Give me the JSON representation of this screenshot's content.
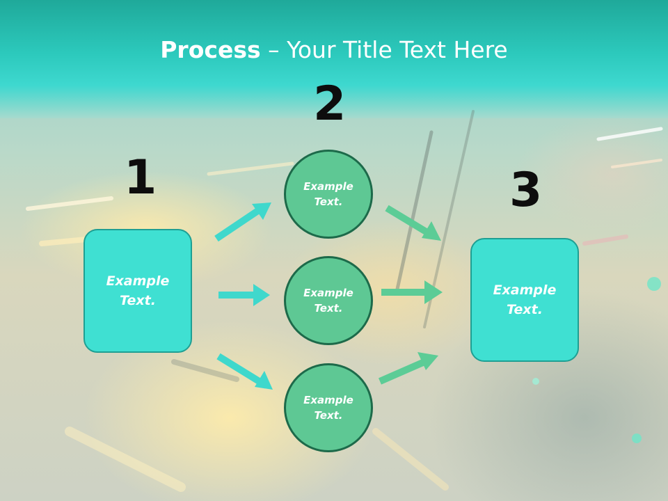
{
  "title": {
    "bold": "Process",
    "rest": " – Your Title Text Here"
  },
  "steps": [
    {
      "number": "1",
      "label": "Example Text."
    },
    {
      "number": "2",
      "labels": [
        "Example Text.",
        "Example Text.",
        "Example Text."
      ]
    },
    {
      "number": "3",
      "label": "Example Text."
    }
  ],
  "colors": {
    "header": "#2cc9bc",
    "box": "#3fe0d2",
    "circle": "#5ec894",
    "arrow_teal": "#3fd8cc",
    "arrow_green": "#5ccc96"
  }
}
